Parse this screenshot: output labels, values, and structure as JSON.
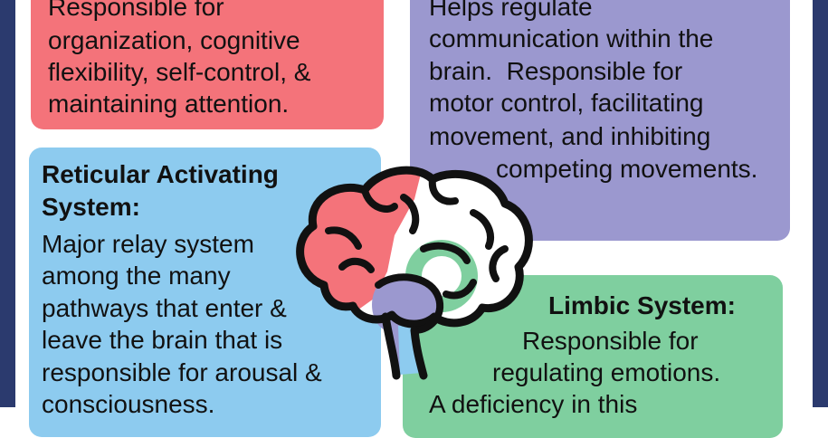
{
  "colors": {
    "frame": "#2b3a6e",
    "prefrontal_box": "#f4737a",
    "basal_ganglia_box": "#9b98cf",
    "reticular_box": "#8dcbef",
    "limbic_box": "#7fcf9f",
    "brain_outline": "#111111"
  },
  "prefrontal": {
    "lines": [
      "Responsible for",
      "organization, cognitive",
      "flexibility, self-control, &",
      "maintaining attention."
    ]
  },
  "basal_ganglia": {
    "lines": [
      "Helps regulate",
      "communication within the",
      "brain.  Responsible for",
      "motor control, facilitating",
      "movement, and inhibiting",
      "competing movements."
    ]
  },
  "reticular": {
    "heading_lines": [
      "Reticular Activating",
      "System:"
    ],
    "lines": [
      "Major relay system",
      "among the many",
      "pathways that enter &",
      "leave the brain that is",
      "responsible for arousal &",
      "consciousness."
    ]
  },
  "limbic": {
    "heading": "Limbic System:",
    "lines": [
      "Responsible for",
      "regulating emotions.",
      "A deficiency in this"
    ]
  },
  "brain_icon": "brain-icon"
}
